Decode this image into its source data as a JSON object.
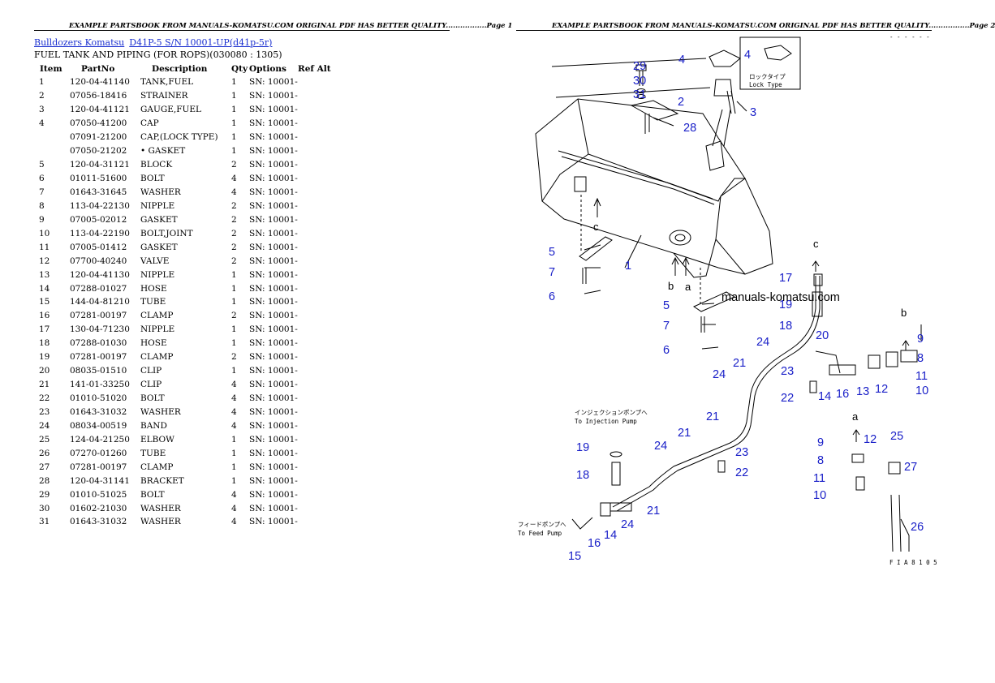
{
  "headers": {
    "left": "EXAMPLE PARTSBOOK FROM MANUALS-KOMATSU.COM ORIGINAL PDF HAS BETTER QUALITY.................Page 1",
    "right": "EXAMPLE PARTSBOOK FROM MANUALS-KOMATSU.COM ORIGINAL PDF HAS BETTER QUALITY.................Page 2"
  },
  "breadcrumb": {
    "link1": "Bulldozers Komatsu",
    "link2": "D41P-5 S/N 10001-UP(d41p-5r)"
  },
  "subtitle": "FUEL TANK AND PIPING (FOR ROPS)(030080 : 1305)",
  "columns": [
    "Item",
    "PartNo",
    "Description",
    "Qty",
    "Options",
    "Ref Alt"
  ],
  "rows": [
    {
      "item": "1",
      "part": "120-04-41140",
      "desc": "TANK,FUEL",
      "qty": "1",
      "opt": "SN: 10001-"
    },
    {
      "item": "2",
      "part": "07056-18416",
      "desc": "STRAINER",
      "qty": "1",
      "opt": "SN: 10001-"
    },
    {
      "item": "3",
      "part": "120-04-41121",
      "desc": "GAUGE,FUEL",
      "qty": "1",
      "opt": "SN: 10001-"
    },
    {
      "item": "4",
      "part": "07050-41200",
      "desc": "CAP",
      "qty": "1",
      "opt": "SN: 10001-"
    },
    {
      "item": "",
      "part": "07091-21200",
      "desc": "CAP,(LOCK TYPE)",
      "qty": "1",
      "opt": "SN: 10001-"
    },
    {
      "item": "",
      "part": "07050-21202",
      "desc": "• GASKET",
      "qty": "1",
      "opt": "SN: 10001-"
    },
    {
      "item": "5",
      "part": "120-04-31121",
      "desc": "BLOCK",
      "qty": "2",
      "opt": "SN: 10001-"
    },
    {
      "item": "6",
      "part": "01011-51600",
      "desc": "BOLT",
      "qty": "4",
      "opt": "SN: 10001-"
    },
    {
      "item": "7",
      "part": "01643-31645",
      "desc": "WASHER",
      "qty": "4",
      "opt": "SN: 10001-"
    },
    {
      "item": "8",
      "part": "113-04-22130",
      "desc": "NIPPLE",
      "qty": "2",
      "opt": "SN: 10001-"
    },
    {
      "item": "9",
      "part": "07005-02012",
      "desc": "GASKET",
      "qty": "2",
      "opt": "SN: 10001-"
    },
    {
      "item": "10",
      "part": "113-04-22190",
      "desc": "BOLT,JOINT",
      "qty": "2",
      "opt": "SN: 10001-"
    },
    {
      "item": "11",
      "part": "07005-01412",
      "desc": "GASKET",
      "qty": "2",
      "opt": "SN: 10001-"
    },
    {
      "item": "12",
      "part": "07700-40240",
      "desc": "VALVE",
      "qty": "2",
      "opt": "SN: 10001-"
    },
    {
      "item": "13",
      "part": "120-04-41130",
      "desc": "NIPPLE",
      "qty": "1",
      "opt": "SN: 10001-"
    },
    {
      "item": "14",
      "part": "07288-01027",
      "desc": "HOSE",
      "qty": "1",
      "opt": "SN: 10001-"
    },
    {
      "item": "15",
      "part": "144-04-81210",
      "desc": "TUBE",
      "qty": "1",
      "opt": "SN: 10001-"
    },
    {
      "item": "16",
      "part": "07281-00197",
      "desc": "CLAMP",
      "qty": "2",
      "opt": "SN: 10001-"
    },
    {
      "item": "17",
      "part": "130-04-71230",
      "desc": "NIPPLE",
      "qty": "1",
      "opt": "SN: 10001-"
    },
    {
      "item": "18",
      "part": "07288-01030",
      "desc": "HOSE",
      "qty": "1",
      "opt": "SN: 10001-"
    },
    {
      "item": "19",
      "part": "07281-00197",
      "desc": "CLAMP",
      "qty": "2",
      "opt": "SN: 10001-"
    },
    {
      "item": "20",
      "part": "08035-01510",
      "desc": "CLIP",
      "qty": "1",
      "opt": "SN: 10001-"
    },
    {
      "item": "21",
      "part": "141-01-33250",
      "desc": "CLIP",
      "qty": "4",
      "opt": "SN: 10001-"
    },
    {
      "item": "22",
      "part": "01010-51020",
      "desc": "BOLT",
      "qty": "4",
      "opt": "SN: 10001-"
    },
    {
      "item": "23",
      "part": "01643-31032",
      "desc": "WASHER",
      "qty": "4",
      "opt": "SN: 10001-"
    },
    {
      "item": "24",
      "part": "08034-00519",
      "desc": "BAND",
      "qty": "4",
      "opt": "SN: 10001-"
    },
    {
      "item": "25",
      "part": "124-04-21250",
      "desc": "ELBOW",
      "qty": "1",
      "opt": "SN: 10001-"
    },
    {
      "item": "26",
      "part": "07270-01260",
      "desc": "TUBE",
      "qty": "1",
      "opt": "SN: 10001-"
    },
    {
      "item": "27",
      "part": "07281-00197",
      "desc": "CLAMP",
      "qty": "1",
      "opt": "SN: 10001-"
    },
    {
      "item": "28",
      "part": "120-04-31141",
      "desc": "BRACKET",
      "qty": "1",
      "opt": "SN: 10001-"
    },
    {
      "item": "29",
      "part": "01010-51025",
      "desc": "BOLT",
      "qty": "4",
      "opt": "SN: 10001-"
    },
    {
      "item": "30",
      "part": "01602-21030",
      "desc": "WASHER",
      "qty": "4",
      "opt": "SN: 10001-"
    },
    {
      "item": "31",
      "part": "01643-31032",
      "desc": "WASHER",
      "qty": "4",
      "opt": "SN: 10001-"
    }
  ],
  "diagram": {
    "watermark": "manuals-komatsu.com",
    "lock_type_jp": "ロックタイプ",
    "lock_type_en": "Lock Type",
    "injection_jp": "インジェクションポンプへ",
    "injection_en": "To Injection Pump",
    "feed_jp": "フィードポンプへ",
    "feed_en": "To Feed Pump",
    "code": "F I A 8 1 0 5",
    "letters": {
      "a": "a",
      "b": "b",
      "c": "c"
    }
  }
}
